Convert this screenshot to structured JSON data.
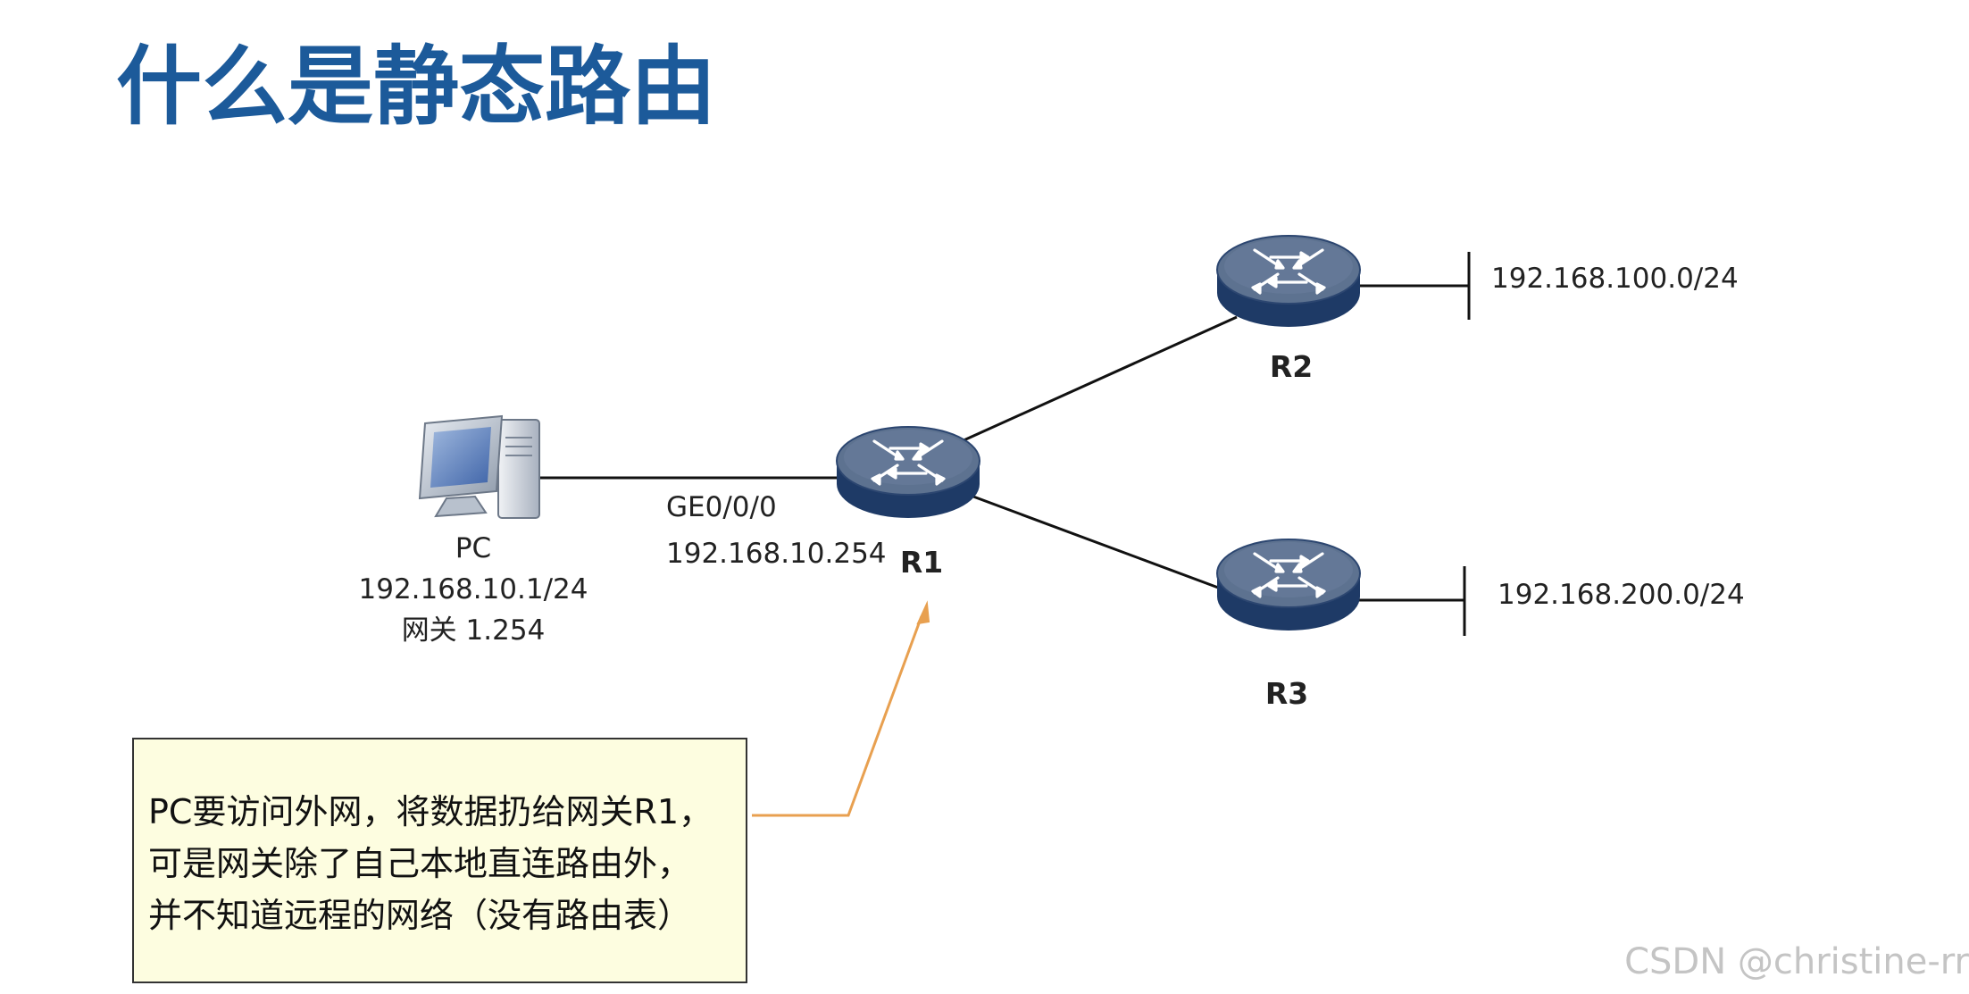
{
  "title": "什么是静态路由",
  "pc": {
    "name": "PC",
    "ip": "192.168.10.1/24",
    "gateway": "网关 1.254"
  },
  "r1": {
    "name": "R1",
    "interface": "GE0/0/0",
    "ip": "192.168.10.254"
  },
  "r2": {
    "name": "R2",
    "network": "192.168.100.0/24"
  },
  "r3": {
    "name": "R3",
    "network": "192.168.200.0/24"
  },
  "note": {
    "lines": [
      "PC要访问外网，将数据扔给网关R1，",
      "可是网关除了自己本地直连路由外，",
      "并不知道远程的网络（没有路由表）"
    ]
  },
  "watermark": "CSDN @christine-rr",
  "colors": {
    "title": "#1c5a9a",
    "router_top": "#5d7290",
    "router_side": "#1e3a66",
    "note_fill": "#fdfde0",
    "callout_line": "#e8a050",
    "link": "#111111"
  },
  "icons": {
    "pc": "pc-icon",
    "router": "router-icon"
  }
}
